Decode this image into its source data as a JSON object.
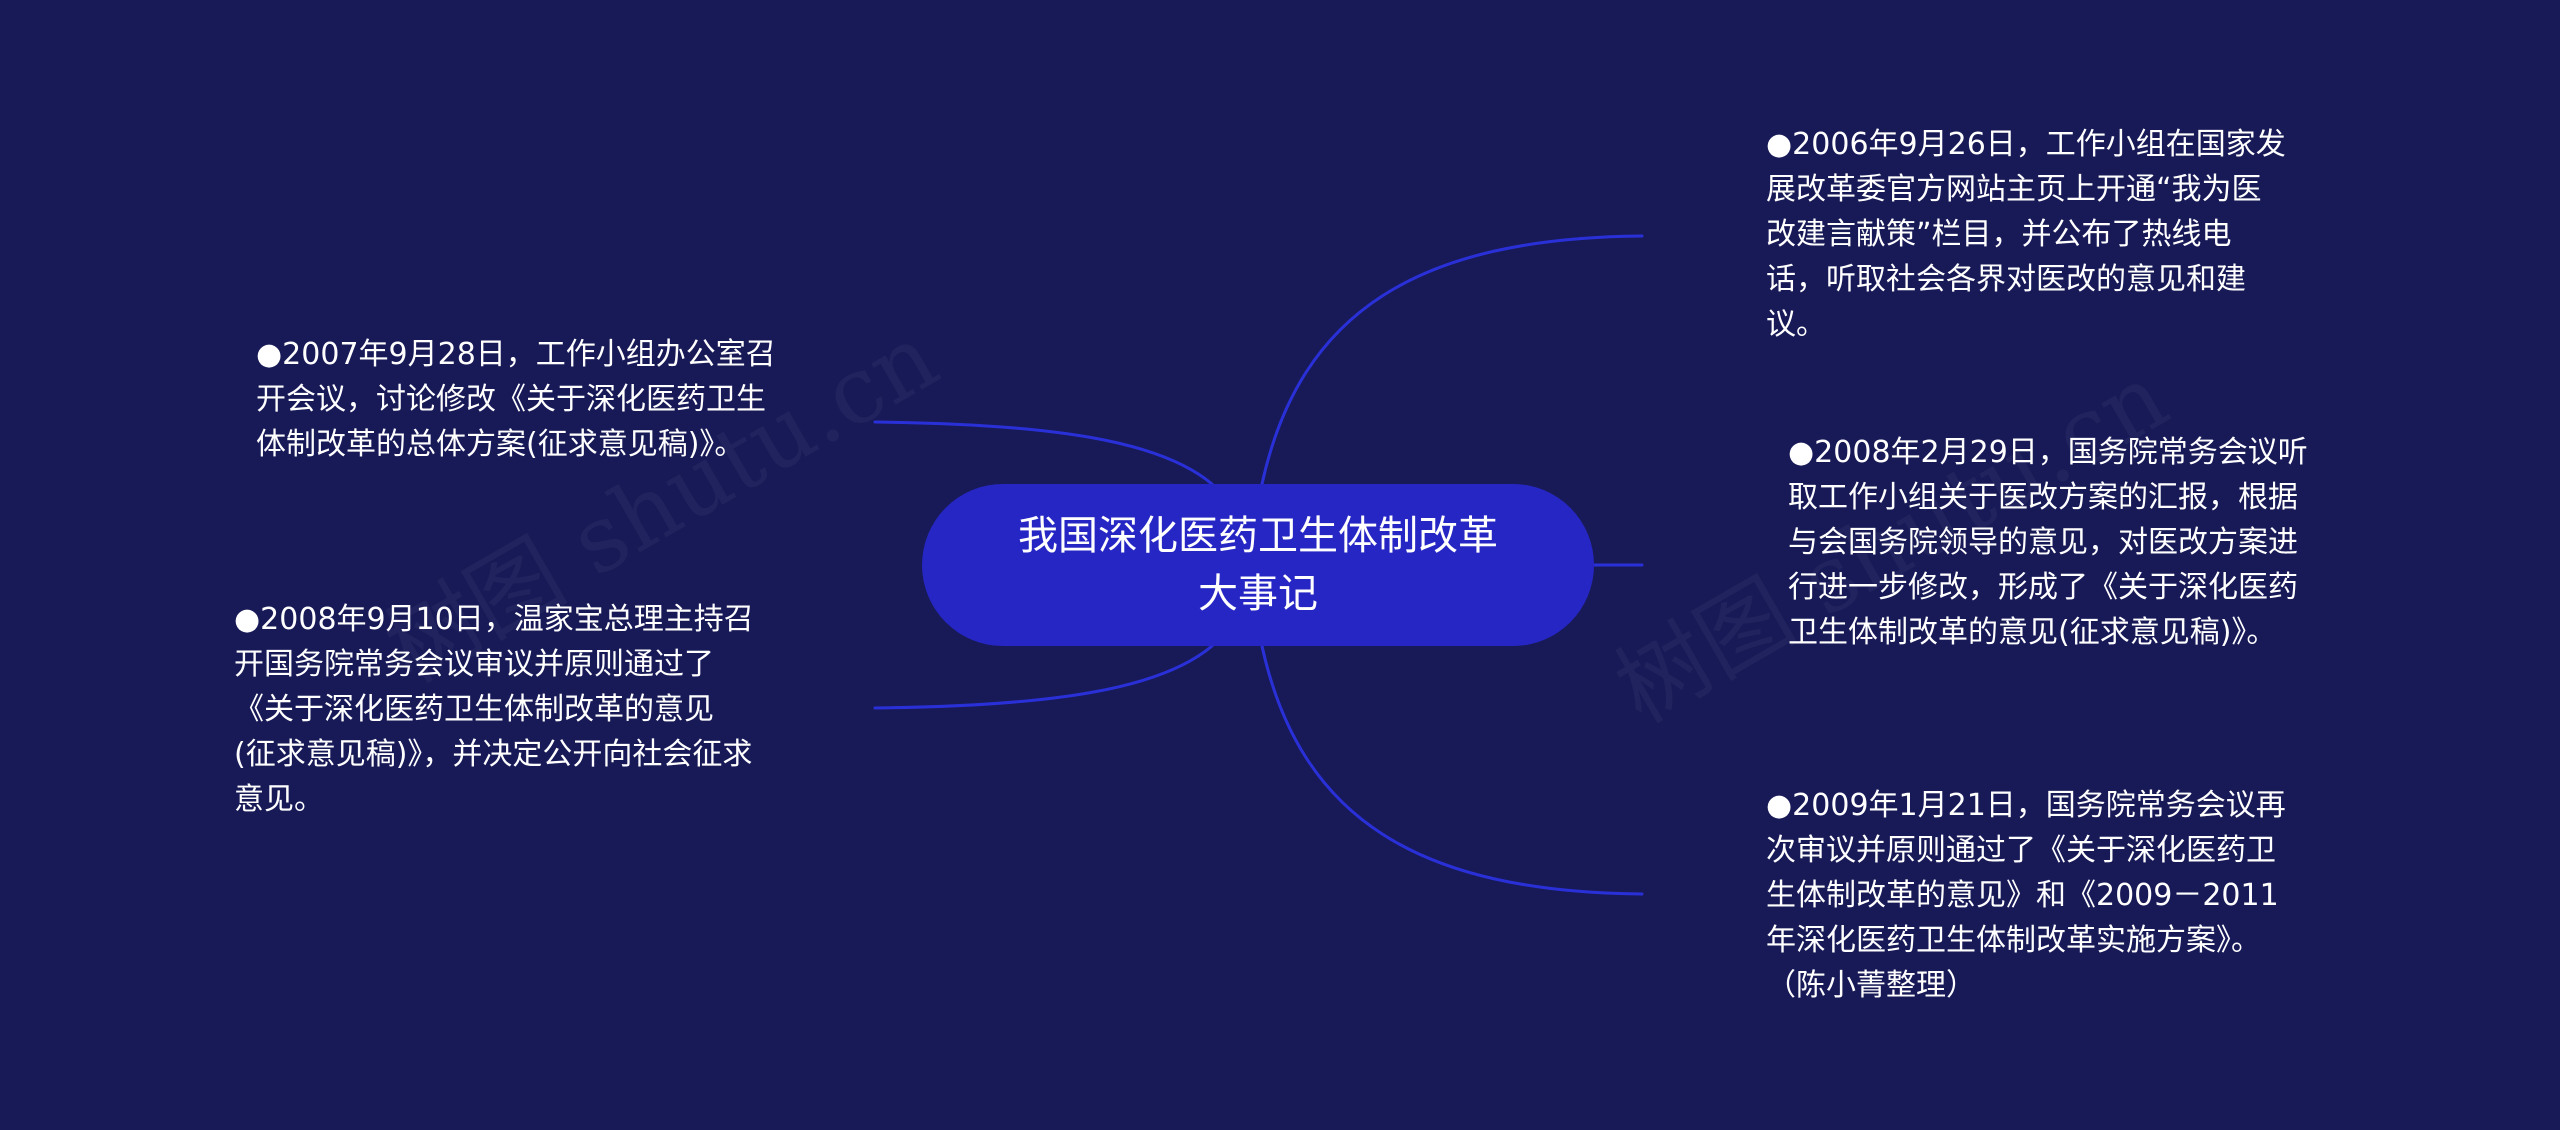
{
  "colors": {
    "background": "#181a57",
    "center_fill": "#2626c4",
    "connector": "#2a30d8",
    "text": "#ffffff"
  },
  "watermarks": [
    "树图 shutu.cn",
    "树图 shutu.cn"
  ],
  "center": {
    "title": "我国深化医药卫生体制改革大事记"
  },
  "right_nodes": [
    {
      "text": "●2006年9月26日，工作小组在国家发展改革委官方网站主页上开通“我为医改建言献策”栏目，并公布了热线电话，听取社会各界对医改的意见和建议。"
    },
    {
      "text": "●2008年2月29日，国务院常务会议听取工作小组关于医改方案的汇报，根据与会国务院领导的意见，对医改方案进行进一步修改，形成了《关于深化医药卫生体制改革的意见(征求意见稿)》。"
    },
    {
      "text": "●2009年1月21日，国务院常务会议再次审议并原则通过了《关于深化医药卫生体制改革的意见》和《2009－2011年深化医药卫生体制改革实施方案》。（陈小菁整理）"
    }
  ],
  "left_nodes": [
    {
      "text": "●2007年9月28日，工作小组办公室召开会议，讨论修改《关于深化医药卫生体制改革的总体方案(征求意见稿)》。"
    },
    {
      "text": "●2008年9月10日，温家宝总理主持召开国务院常务会议审议并原则通过了《关于深化医药卫生体制改革的意见(征求意见稿)》，并决定公开向社会征求意见。"
    }
  ]
}
